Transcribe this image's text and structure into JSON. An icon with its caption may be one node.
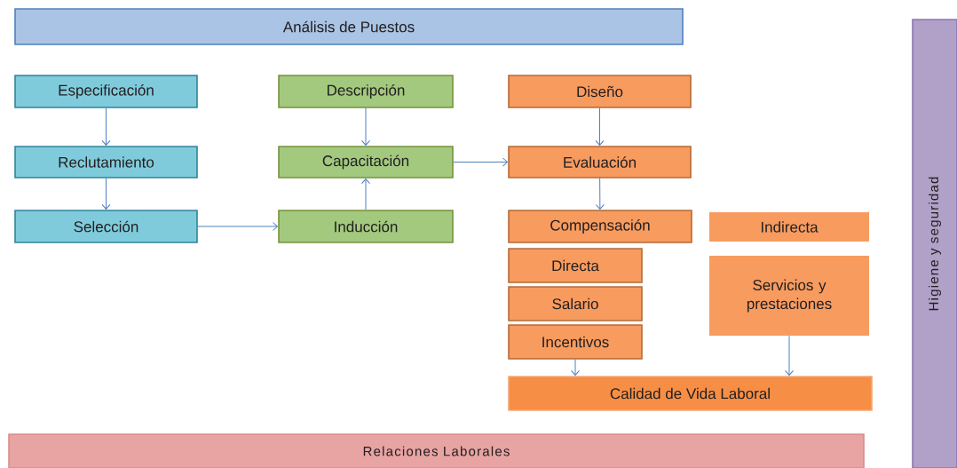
{
  "diagram": {
    "nodes": [
      {
        "text": [
          "Análisis de Puestos"
        ]
      },
      {
        "text": [
          "Especificación"
        ]
      },
      {
        "text": [
          "Reclutamiento"
        ]
      },
      {
        "text": [
          "Selección"
        ]
      },
      {
        "text": [
          "Descripción"
        ]
      },
      {
        "text": [
          "Capacitación"
        ]
      },
      {
        "text": [
          "Inducción"
        ]
      },
      {
        "text": [
          "Diseño"
        ]
      },
      {
        "text": [
          "Evaluación"
        ]
      },
      {
        "text": [
          "Compensación"
        ]
      },
      {
        "text": [
          "Indirecta"
        ]
      },
      {
        "text": [
          "Directa"
        ]
      },
      {
        "text": [
          "Salario"
        ]
      },
      {
        "text": [
          "Incentivos"
        ]
      },
      {
        "text": [
          "Servicios y prestaciones"
        ]
      },
      {
        "text": [
          "Calidad de Vida Laboral"
        ]
      },
      {
        "text": [
          "Relaciones Laborales"
        ]
      },
      {
        "text": [
          "Higiene y seguridad"
        ]
      }
    ],
    "edges": [
      {
        "from": 1,
        "to": 2,
        "arrow": "to"
      },
      {
        "from": 2,
        "to": 3,
        "arrow": "to"
      },
      {
        "from": 3,
        "to": 6,
        "arrow": "to"
      },
      {
        "from": 4,
        "to": 5,
        "arrow": "to"
      },
      {
        "from": 6,
        "to": 5,
        "arrow": "to"
      },
      {
        "from": 5,
        "to": 8,
        "arrow": "to"
      },
      {
        "from": 7,
        "to": 8,
        "arrow": "to"
      },
      {
        "from": 8,
        "to": 9,
        "arrow": "to"
      },
      {
        "from": 13,
        "to": 15,
        "arrow": "to"
      },
      {
        "from": 14,
        "to": 15,
        "arrow": "to"
      }
    ]
  }
}
